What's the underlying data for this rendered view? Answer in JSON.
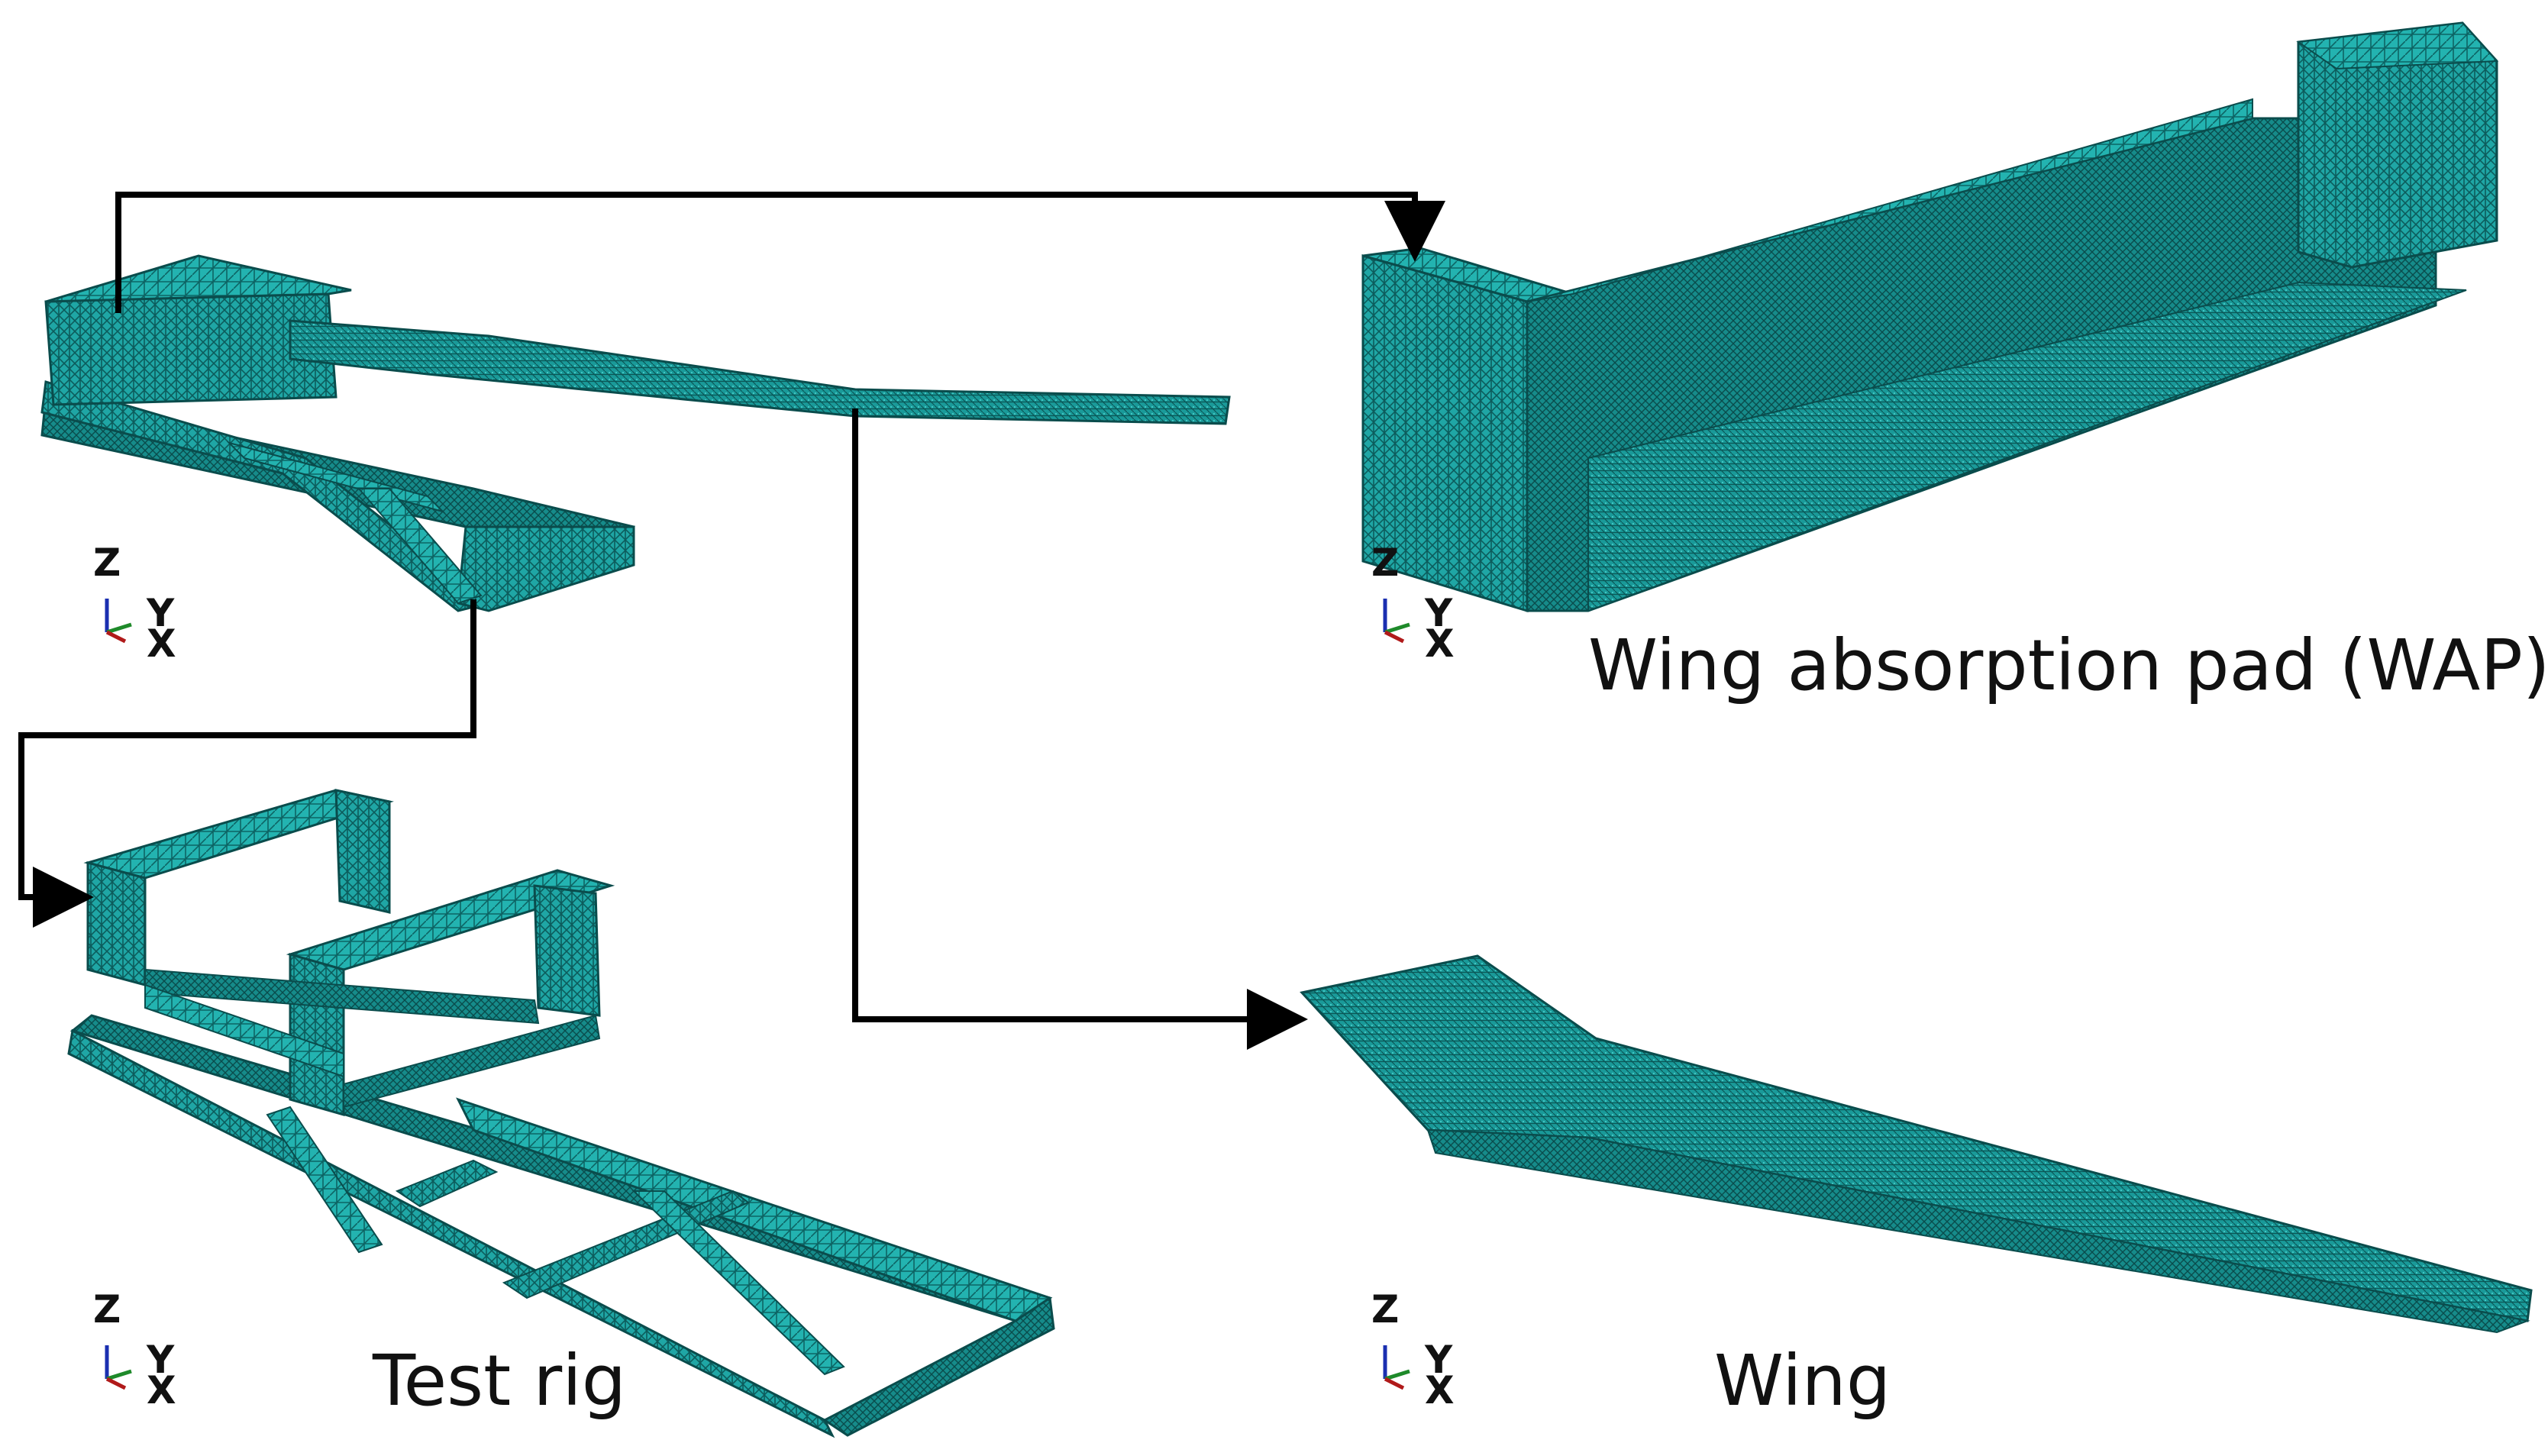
{
  "panels": {
    "test_rig": {
      "caption": "Test rig"
    },
    "wap": {
      "caption": "Wing absorption pad (WAP)"
    },
    "wing": {
      "caption": "Wing"
    }
  },
  "axis_triad": {
    "z": "Z",
    "y": "Y",
    "x": "X"
  },
  "colors": {
    "mesh_fill": "#1fa6a5",
    "mesh_dark": "#0c5c5c",
    "mesh_light": "#3fc9c6",
    "arrow": "#000000",
    "background": "#ffffff"
  }
}
